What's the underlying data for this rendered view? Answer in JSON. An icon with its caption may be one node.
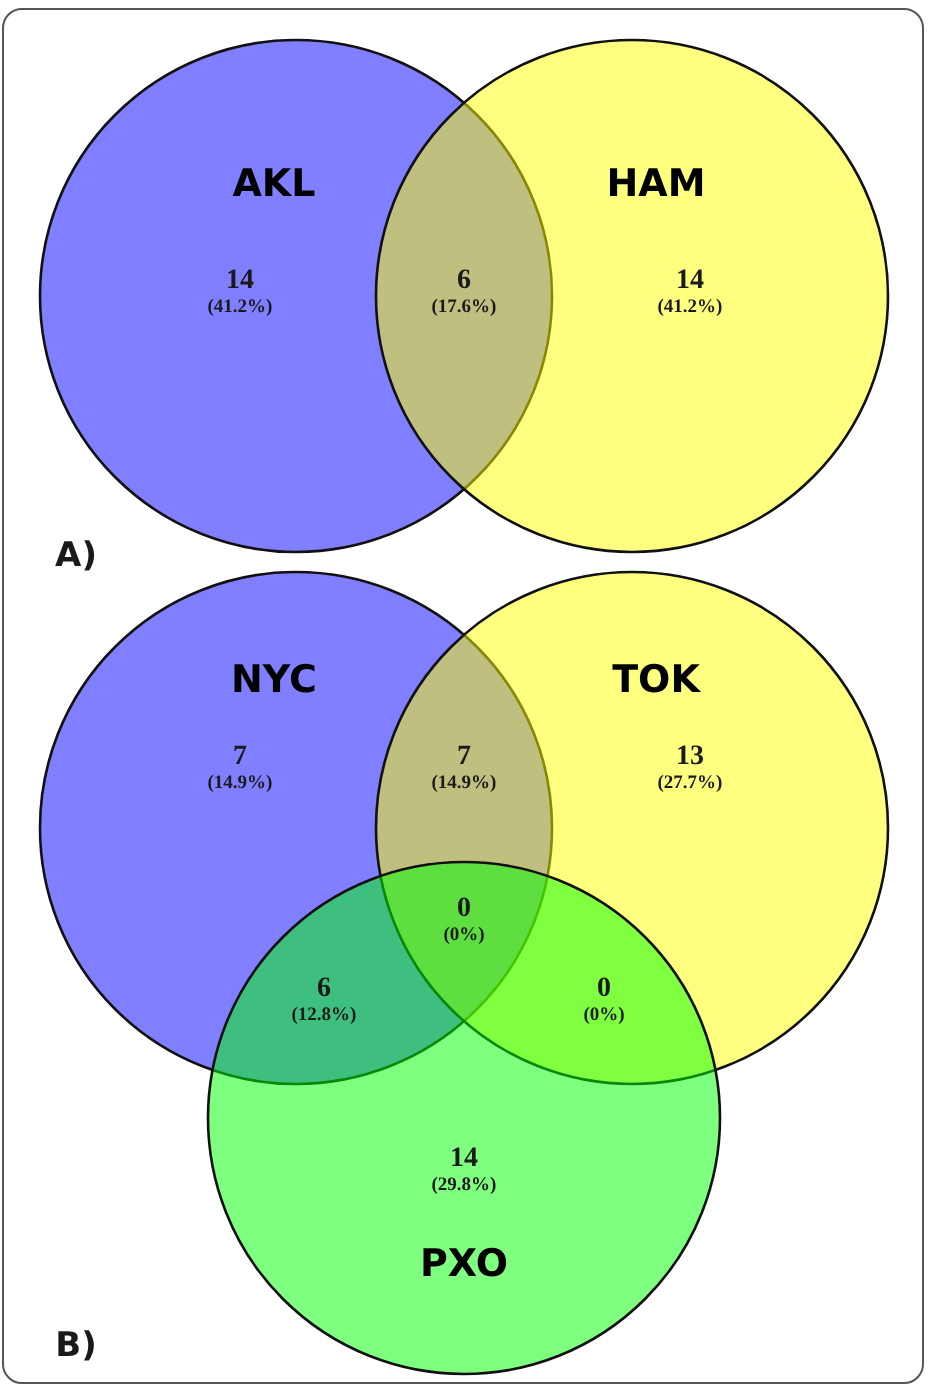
{
  "diagram": {
    "nodes": [
      {
        "text": [
          "AKL"
        ]
      },
      {
        "text": [
          "HAM"
        ]
      },
      {
        "text": [
          "NYC"
        ]
      },
      {
        "text": [
          "TOK"
        ]
      },
      {
        "text": [
          "PXO"
        ]
      }
    ],
    "labels": [
      "14",
      "(41.2%)",
      "6",
      "(17.6%)",
      "14",
      "(41.2%)",
      "A)",
      "7",
      "(14.9%)",
      "7",
      "(14.9%)",
      "13",
      "(27.7%)",
      "0",
      "(0%)",
      "6",
      "(12.8%)",
      "0",
      "(0%)",
      "14",
      "(29.8%)",
      "B)"
    ]
  }
}
